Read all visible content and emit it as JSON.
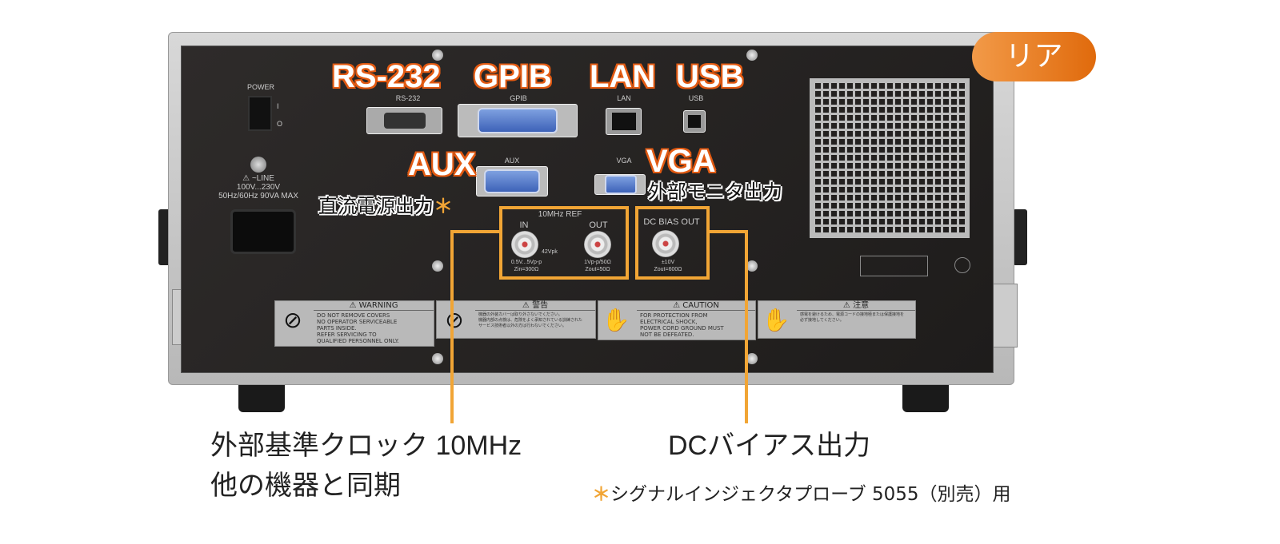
{
  "badge": {
    "label": "リア",
    "colors": [
      "#f29a48",
      "#e06a0c"
    ]
  },
  "callouts": {
    "rs232": "RS-232",
    "gpib": "GPIB",
    "lan": "LAN",
    "usb": "USB",
    "aux": "AUX",
    "vga": "VGA",
    "vga_desc": "外部モニタ出力",
    "aux_desc": "直流電源出力",
    "asterisk": "＊"
  },
  "panel": {
    "power": "POWER",
    "on": "I",
    "off": "O",
    "line": "⚠ ~LINE",
    "line_v": "100V...230V",
    "line_hz": "50Hz/60Hz   90VA  MAX",
    "rs232": "RS-232",
    "gpib": "GPIB",
    "lan": "LAN",
    "usb": "USB",
    "aux": "AUX",
    "vga": "VGA",
    "ref_title": "10MHz REF",
    "in": "IN",
    "out": "OUT",
    "in_spec1": "0.5V...5Vp-p",
    "in_spec2": "Zin=300Ω",
    "in_max": "42Vpk",
    "out_spec1": "1Vp-p/50Ω",
    "out_spec2": "Zout=50Ω",
    "dc_title": "DC BIAS OUT",
    "dc_spec1": "±10V",
    "dc_spec2": "Zout=600Ω"
  },
  "labels": [
    {
      "title": "⚠ WARNING",
      "body": "DO NOT REMOVE COVERS\nNO OPERATOR SERVICEABLE\nPARTS INSIDE.\nREFER SERVICING TO\nQUALIFIED PERSONNEL ONLY.",
      "icon": "no-screwdriver-icon"
    },
    {
      "title": "⚠ 警告",
      "body": "機器の外装カバーは取り外さないでください。\n機器内部の点検は、危険をよく承知されている訓練された\nサービス技術者以外の方は行わないでください。",
      "icon": "no-screwdriver-icon"
    },
    {
      "title": "⚠ CAUTION",
      "body": "FOR PROTECTION FROM\nELECTRICAL SHOCK,\nPOWER CORD GROUND MUST\nNOT BE DEFEATED.",
      "icon": "shock-hand-icon"
    },
    {
      "title": "⚠ 注意",
      "body": "感電を避けるため、電源コードの接地極または保護接地を\n必ず接地してください。",
      "icon": "shock-hand-icon"
    }
  ],
  "captions": {
    "clock_line1": "外部基準クロック 10MHz",
    "clock_line2": "他の機器と同期",
    "dc_bias": "DCバイアス出力",
    "note_mark": "＊",
    "note": "シグナルインジェクタプローブ 5055（別売）用"
  },
  "accent": "#f1a535",
  "callout_stroke": "#e25a12"
}
